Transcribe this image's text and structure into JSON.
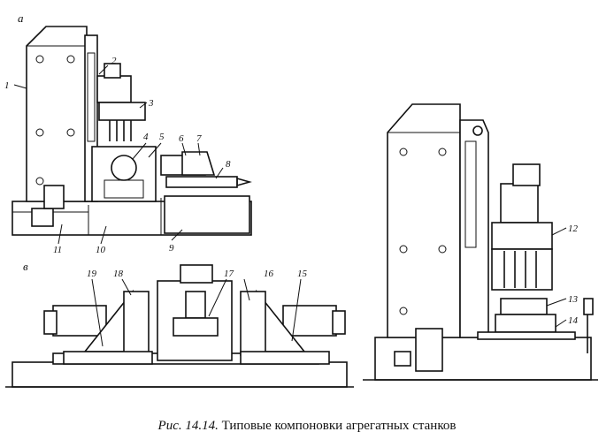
{
  "figure": {
    "sections": {
      "a": "a",
      "v": "в"
    },
    "labels": [
      "1",
      "2",
      "3",
      "4",
      "5",
      "6",
      "7",
      "8",
      "9",
      "10",
      "11",
      "12",
      "13",
      "14",
      "15",
      "16",
      "17",
      "18",
      "19"
    ],
    "caption": {
      "prefix": "Рис. 14.14.",
      "text": "Типовые компоновки агрегатных станков"
    }
  }
}
